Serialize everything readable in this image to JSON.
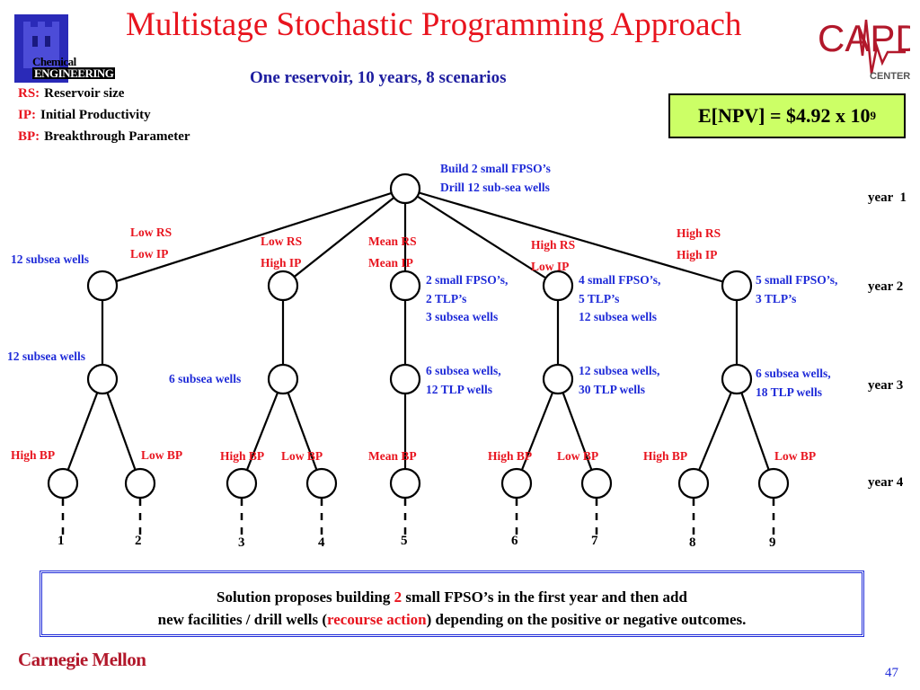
{
  "title": "Multistage Stochastic Programming Approach",
  "subtitle": "One reservoir, 10 years, 8 scenarios",
  "logo_left": {
    "line1": "Chemical",
    "line2": "ENGINEERING"
  },
  "logo_right": {
    "text": "CAPD",
    "sub": "CENTER"
  },
  "legend": [
    {
      "key": "RS:",
      "text": "Reservoir size"
    },
    {
      "key": "IP:",
      "text": "Initial Productivity"
    },
    {
      "key": "BP:",
      "text": "Breakthrough Parameter"
    }
  ],
  "npv": {
    "text": "E[NPV] = $4.92 x 10",
    "exp": "9"
  },
  "root": {
    "line1": "Build 2 small FPSO’s",
    "line2": "Drill 12 sub-sea wells"
  },
  "branches1": [
    {
      "l1": "Low RS",
      "l2": "Low IP"
    },
    {
      "l1": "Low RS",
      "l2": "High IP"
    },
    {
      "l1": "Mean RS",
      "l2": "Mean IP"
    },
    {
      "l1": "High RS",
      "l2": "Low IP"
    },
    {
      "l1": "High RS",
      "l2": "High IP"
    }
  ],
  "year2_actions": [
    {
      "l1": "12 subsea wells"
    },
    {
      "l1": "2 small FPSO’s,",
      "l2": "2 TLP’s",
      "l3": "3 subsea wells"
    },
    {
      "l1": "4 small FPSO’s,",
      "l2": "5 TLP’s",
      "l3": "12 subsea wells"
    },
    {
      "l1": "5 small FPSO’s,",
      "l2": "3 TLP’s"
    }
  ],
  "year3_actions": [
    {
      "l1": "12 subsea wells"
    },
    {
      "l1": "6 subsea wells"
    },
    {
      "l1": "6 subsea wells,",
      "l2": "12 TLP wells"
    },
    {
      "l1": "12 subsea wells,",
      "l2": "30 TLP wells"
    },
    {
      "l1": "6 subsea wells,",
      "l2": "18 TLP wells"
    }
  ],
  "bp_labels": [
    "High BP",
    "Low BP",
    "High BP",
    "Low BP",
    "Mean BP",
    "High BP",
    "Low BP",
    "High BP",
    "Low BP"
  ],
  "scenarios": [
    "1",
    "2",
    "3",
    "4",
    "5",
    "6",
    "7",
    "8",
    "9"
  ],
  "years": [
    "year  1",
    "year 2",
    "year 3",
    "year 4"
  ],
  "solution": {
    "line1a": "Solution proposes building ",
    "line1b": "2",
    "line1c": " small FPSO’s in the first year and then add",
    "line2a": "new facilities / drill wells (",
    "line2b": "recourse action",
    "line2c": ") depending on the positive or negative outcomes."
  },
  "footer": {
    "university": "Carnegie Mellon",
    "page": "47"
  },
  "colors": {
    "title": "#e8141e",
    "labels": "#1f2bd8",
    "npv_bg": "#ccff66",
    "cmu": "#b2182b"
  }
}
